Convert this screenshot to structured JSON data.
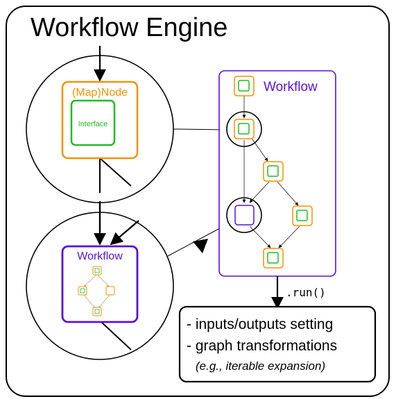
{
  "title": "Workflow Engine",
  "map_node": {
    "label": "(Map)Node",
    "interface_label": "Interface"
  },
  "workflow_panel": {
    "label": "Workflow"
  },
  "nested_workflow": {
    "label": "Workflow"
  },
  "run_call": ".run()",
  "engine_output": {
    "line1": "- inputs/outputs setting",
    "line2": "- graph transformations",
    "line3": "(e.g., iterable expansion)"
  },
  "colors": {
    "orange": "#f39200",
    "green": "#22bb22",
    "purple": "#5511dd",
    "black": "#000000"
  }
}
